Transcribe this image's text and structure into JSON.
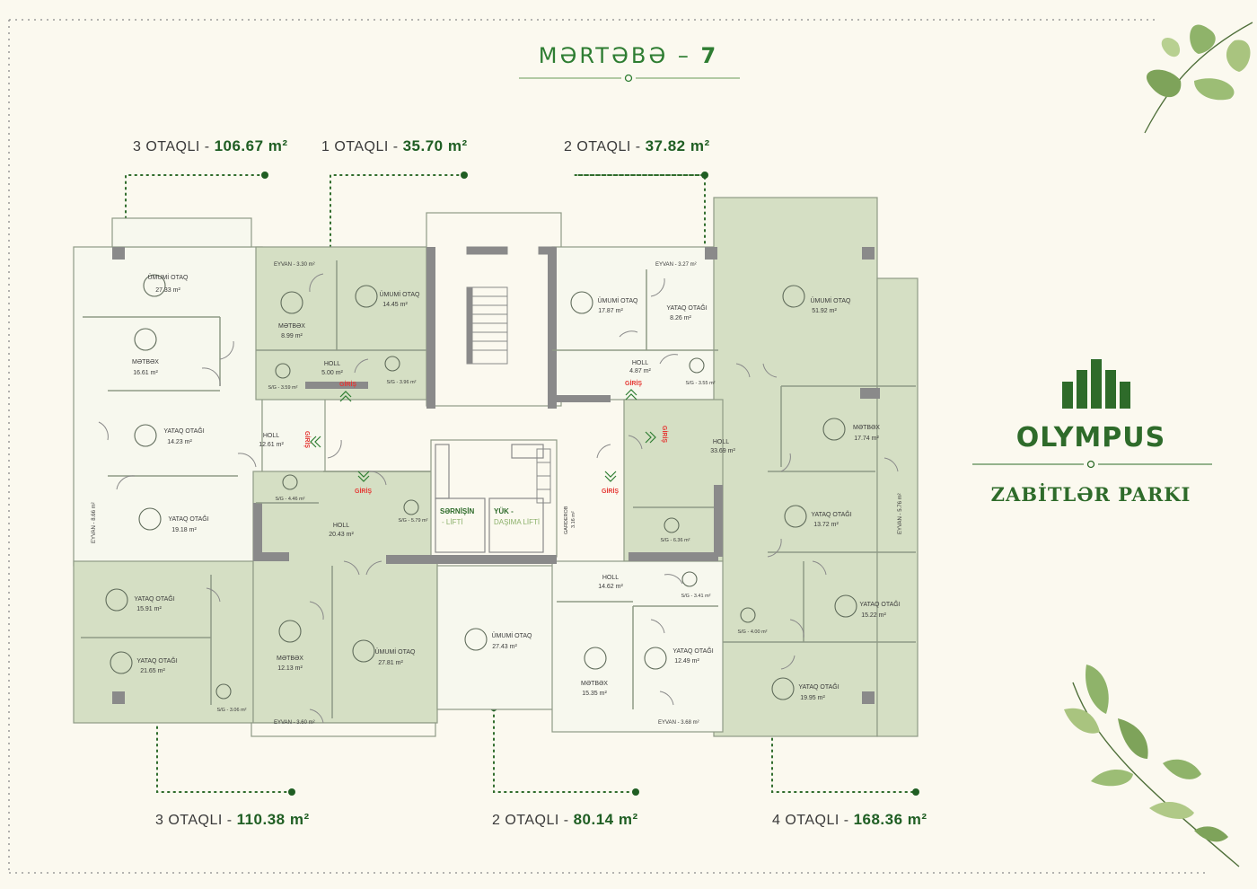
{
  "header": {
    "floor_label": "MƏRTƏBƏ",
    "floor_number": "7"
  },
  "brand": {
    "name": "OLYMPUS",
    "subtitle": "ZABİTLƏR PARKI"
  },
  "units": [
    {
      "rooms": "3 OTAQLI",
      "area": "106.67 m²"
    },
    {
      "rooms": "1 OTAQLI",
      "area": "35.70 m²"
    },
    {
      "rooms": "2 OTAQLI",
      "area": "37.82 m²"
    },
    {
      "rooms": "3 OTAQLI",
      "area": "110.38 m²"
    },
    {
      "rooms": "2 OTAQLI",
      "area": "80.14 m²"
    },
    {
      "rooms": "4 OTAQLI",
      "area": "168.36 m²"
    }
  ],
  "rooms": [
    {
      "name": "ÜMUMİ OTAQ",
      "area": "27.33 m²"
    },
    {
      "name": "MƏTBƏX",
      "area": "8.99 m²"
    },
    {
      "name": "ÜMUMİ OTAQ",
      "area": "14.45 m²"
    },
    {
      "name": "MƏTBƏX",
      "area": "16.61 m²"
    },
    {
      "name": "HOLL",
      "area": "5.00 m²"
    },
    {
      "name": "S/G - 3.59 m²",
      "area": ""
    },
    {
      "name": "S/G - 3.96 m²",
      "area": ""
    },
    {
      "name": "YATAQ OTAĞI",
      "area": "14.23 m²"
    },
    {
      "name": "HOLL",
      "area": "12.61 m²"
    },
    {
      "name": "S/G - 4.46 m²",
      "area": ""
    },
    {
      "name": "YATAQ OTAĞI",
      "area": "19.18 m²"
    },
    {
      "name": "HOLL",
      "area": "20.43 m²"
    },
    {
      "name": "S/G - 5.79 m²",
      "area": ""
    },
    {
      "name": "YATAQ OTAĞI",
      "area": "15.91 m²"
    },
    {
      "name": "YATAQ OTAĞI",
      "area": "21.65 m²"
    },
    {
      "name": "MƏTBƏX",
      "area": "12.13 m²"
    },
    {
      "name": "ÜMUMİ OTAQ",
      "area": "27.81 m²"
    },
    {
      "name": "S/G - 3.06 m²",
      "area": ""
    },
    {
      "name": "ÜMUMİ OTAQ",
      "area": "17.87 m²"
    },
    {
      "name": "YATAQ OTAĞI",
      "area": "8.26 m²"
    },
    {
      "name": "HOLL",
      "area": "4.87 m²"
    },
    {
      "name": "S/G - 3.55 m²",
      "area": ""
    },
    {
      "name": "ÜMUMİ OTAQ",
      "area": "51.92 m²"
    },
    {
      "name": "HOLL",
      "area": "33.69 m²"
    },
    {
      "name": "MƏTBƏX",
      "area": "17.74 m²"
    },
    {
      "name": "YATAQ OTAĞI",
      "area": "13.72 m²"
    },
    {
      "name": "S/G - 6.36 m²",
      "area": ""
    },
    {
      "name": "HOLL",
      "area": "14.62 m²"
    },
    {
      "name": "S/G - 3.41 m²",
      "area": ""
    },
    {
      "name": "YATAQ OTAĞI",
      "area": "15.22 m²"
    },
    {
      "name": "S/G - 4.00 m²",
      "area": ""
    },
    {
      "name": "ÜMUMİ OTAQ",
      "area": "27.43 m²"
    },
    {
      "name": "YATAQ OTAĞI",
      "area": "12.49 m²"
    },
    {
      "name": "MƏTBƏX",
      "area": "15.35 m²"
    },
    {
      "name": "YATAQ OTAĞI",
      "area": "19.95 m²"
    }
  ],
  "labels": {
    "eyvan_1": "EYVAN - 3.30 m²",
    "eyvan_2": "EYVAN - 3.27 m²",
    "eyvan_3": "EYVAN - 8.66 m²",
    "eyvan_4": "EYVAN - 5.76 m²",
    "eyvan_5": "EYVAN - 3.60 m²",
    "eyvan_6": "EYVAN - 3.68 m²",
    "giris": "GİRİŞ",
    "lift1_a": "SƏRNİŞİN",
    "lift1_b": "- LİFTİ",
    "lift2_a": "YÜK -",
    "lift2_b": "DAŞIMA LİFTİ",
    "garderob": "GARDEROB",
    "garderob_area": "3.16 m²"
  },
  "colors": {
    "background": "#fbf9ef",
    "accent": "#2e7d32",
    "dark_green": "#1f5e23",
    "room_fill": "#d5dfc4",
    "light_room_fill": "#f7f8ee",
    "wall": "#8a8a8a",
    "giris_red": "#e53935"
  }
}
